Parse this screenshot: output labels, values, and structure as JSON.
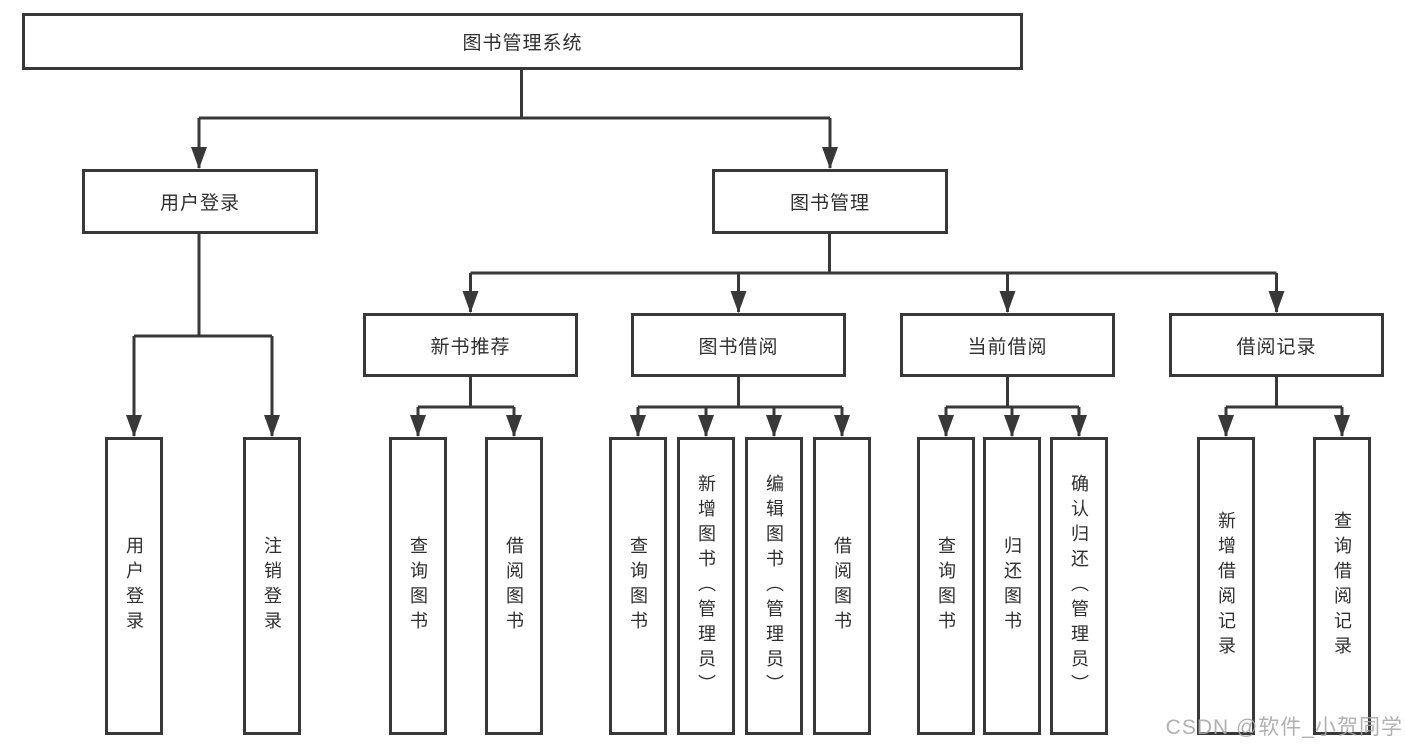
{
  "tree": {
    "label": "图书管理系统",
    "children": [
      {
        "label": "用户登录",
        "children": [
          {
            "label": "用户登录"
          },
          {
            "label": "注销登录"
          }
        ]
      },
      {
        "label": "图书管理",
        "children": [
          {
            "label": "新书推荐",
            "children": [
              {
                "label": "查询图书"
              },
              {
                "label": "借阅图书"
              }
            ]
          },
          {
            "label": "图书借阅",
            "children": [
              {
                "label": "查询图书"
              },
              {
                "label": "新增图书（管理员）"
              },
              {
                "label": "编辑图书（管理员）"
              },
              {
                "label": "借阅图书"
              }
            ]
          },
          {
            "label": "当前借阅",
            "children": [
              {
                "label": "查询图书"
              },
              {
                "label": "归还图书"
              },
              {
                "label": "确认归还（管理员）"
              }
            ]
          },
          {
            "label": "借阅记录",
            "children": [
              {
                "label": "新增借阅记录"
              },
              {
                "label": "查询借阅记录"
              }
            ]
          }
        ]
      }
    ]
  },
  "watermark": {
    "text": "CSDN @软件_小贺同学"
  },
  "colors": {
    "line": "#383838",
    "text": "#2f2f2f",
    "background": "#ffffff",
    "watermark": "#a9a9a9"
  }
}
